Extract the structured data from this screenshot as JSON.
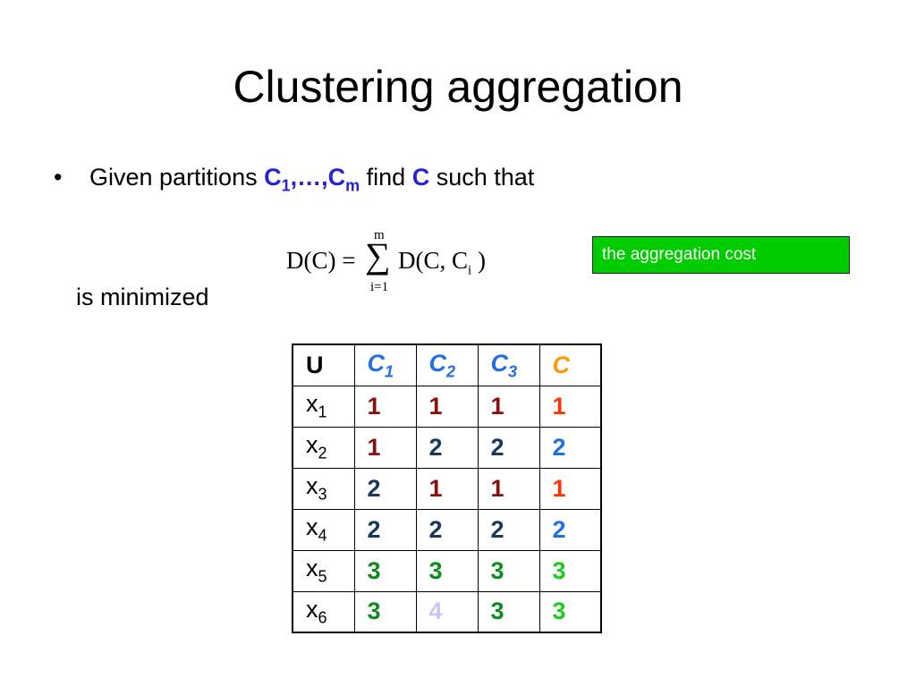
{
  "slide": {
    "title": "Clustering aggregation",
    "bullet": {
      "dot": "•",
      "text_1": "Given partitions ",
      "c": "C",
      "sub_1": "1",
      "mid": ",…,",
      "sub_m": "m",
      "text_2": " find ",
      "text_3": " such that"
    },
    "formula": {
      "lhs": "D(C) =",
      "sigma": "∑",
      "upper": "m",
      "lower": "i=1",
      "rhs_main": "D(C, C",
      "rhs_sub": "i",
      "rhs_close": " )"
    },
    "cost_label": "the aggregation cost",
    "minimized": "is minimized"
  },
  "table": {
    "corner": "U",
    "header_letter": "C",
    "header_subs": [
      "1",
      "2",
      "3"
    ],
    "final_header": "C",
    "row_letter": "x",
    "rows": [
      {
        "sub": "1",
        "c1": "1",
        "c2": "1",
        "c3": "1",
        "c": "1"
      },
      {
        "sub": "2",
        "c1": "1",
        "c2": "2",
        "c3": "2",
        "c": "2"
      },
      {
        "sub": "3",
        "c1": "2",
        "c2": "1",
        "c3": "1",
        "c": "1"
      },
      {
        "sub": "4",
        "c1": "2",
        "c2": "2",
        "c3": "2",
        "c": "2"
      },
      {
        "sub": "5",
        "c1": "3",
        "c2": "3",
        "c3": "3",
        "c": "3"
      },
      {
        "sub": "6",
        "c1": "3",
        "c2": "4",
        "c3": "3",
        "c": "3"
      }
    ]
  },
  "colors": {
    "emphasis_blue": "#2424d6",
    "header_blue": "#1f6fe6",
    "final_orange": "#ff9900",
    "cost_box_green": "#00cc00",
    "value_1": "#8b0f0f",
    "value_2": "#17375e",
    "value_3": "#0f8a1f",
    "value_4": "#c8c8f4",
    "final_1": "#ff3300",
    "final_2": "#1f6fe6",
    "final_3": "#1ccc1c"
  }
}
